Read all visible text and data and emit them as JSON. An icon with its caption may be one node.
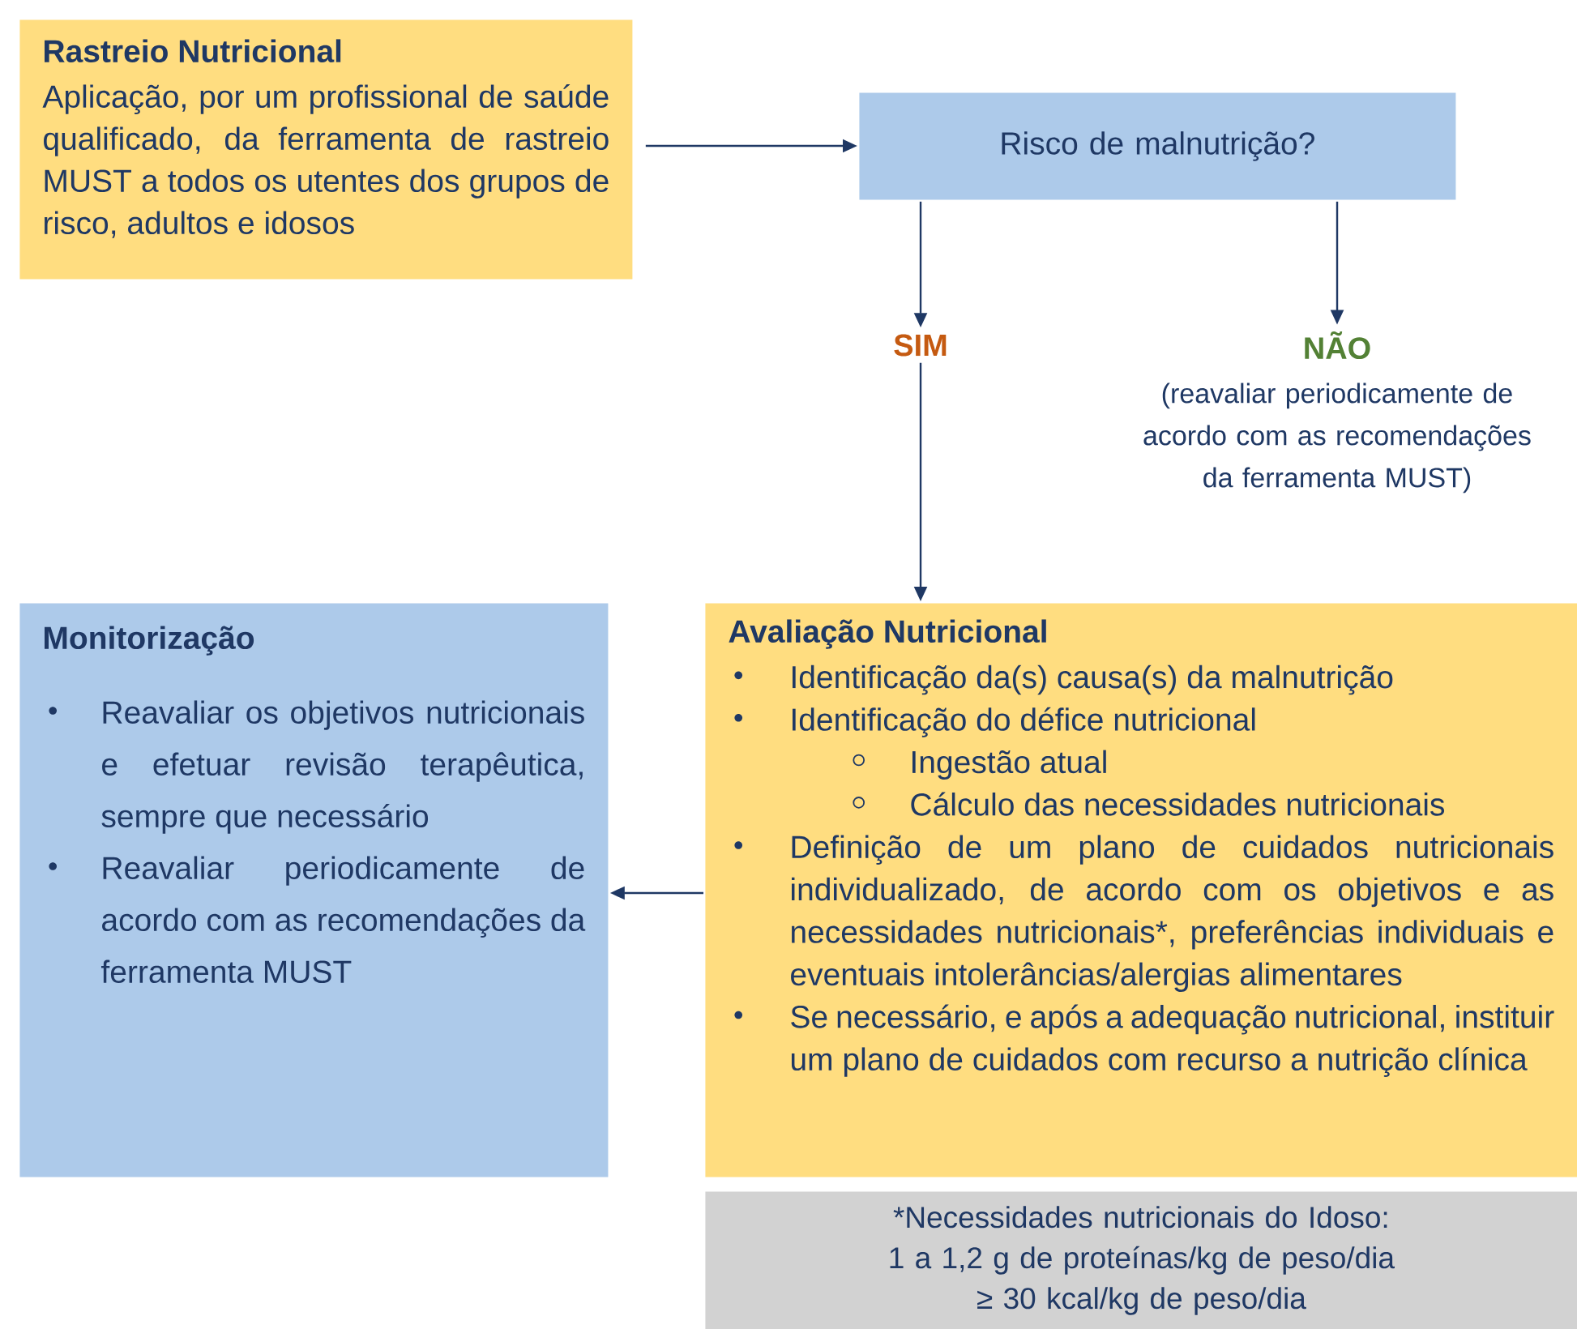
{
  "diagram": {
    "nodes": [
      {
        "text": [
          "Rastreio Nutricional",
          "Aplicação, por um profissional de saúde qualificado, da ferramenta de rastreio MUST a todos os utentes dos grupos de risco, adultos e idosos"
        ]
      },
      {
        "text": [
          "Risco de malnutrição?"
        ]
      },
      {
        "text": [
          "SIM"
        ]
      },
      {
        "text": [
          "NÃO"
        ],
        "beside": [
          "(reavaliar periodicamente de acordo com as recomendações da ferramenta MUST)"
        ]
      },
      {
        "text": [
          "Avaliação Nutricional",
          "Identificação da(s) causa(s) da malnutrição",
          "Identificação do défice nutricional",
          "Ingestão atual",
          "Cálculo das necessidades nutricionais",
          "Definição de um plano de cuidados nutricionais individualizado, de acordo com os objetivos e as necessidades nutricionais*, preferências individuais e eventuais intolerâncias/alergias alimentares",
          "Se necessário, e após a adequação nutricional, instituir um plano de cuidados com recurso a nutrição clínica"
        ]
      },
      {
        "text": [
          "Monitorização",
          "Reavaliar os objetivos nutricionais e efetuar revisão terapêutica, sempre que necessário",
          "Reavaliar periodicamente de acordo com as recomendações da ferramenta MUST"
        ]
      },
      {
        "text": [
          "*Necessidades nutricionais do Idoso:",
          "1 a 1,2 g de proteínas/kg de peso/dia",
          "≥ 30 kcal/kg de peso/dia"
        ]
      }
    ],
    "edges": [
      {
        "from": 0,
        "to": 1,
        "arrow": "to"
      },
      {
        "from": 1,
        "to": 2,
        "arrow": "to"
      },
      {
        "from": 1,
        "to": 3,
        "arrow": "to"
      },
      {
        "from": 2,
        "to": 4,
        "arrow": "to"
      },
      {
        "from": 4,
        "to": 5,
        "arrow": "to"
      }
    ]
  }
}
